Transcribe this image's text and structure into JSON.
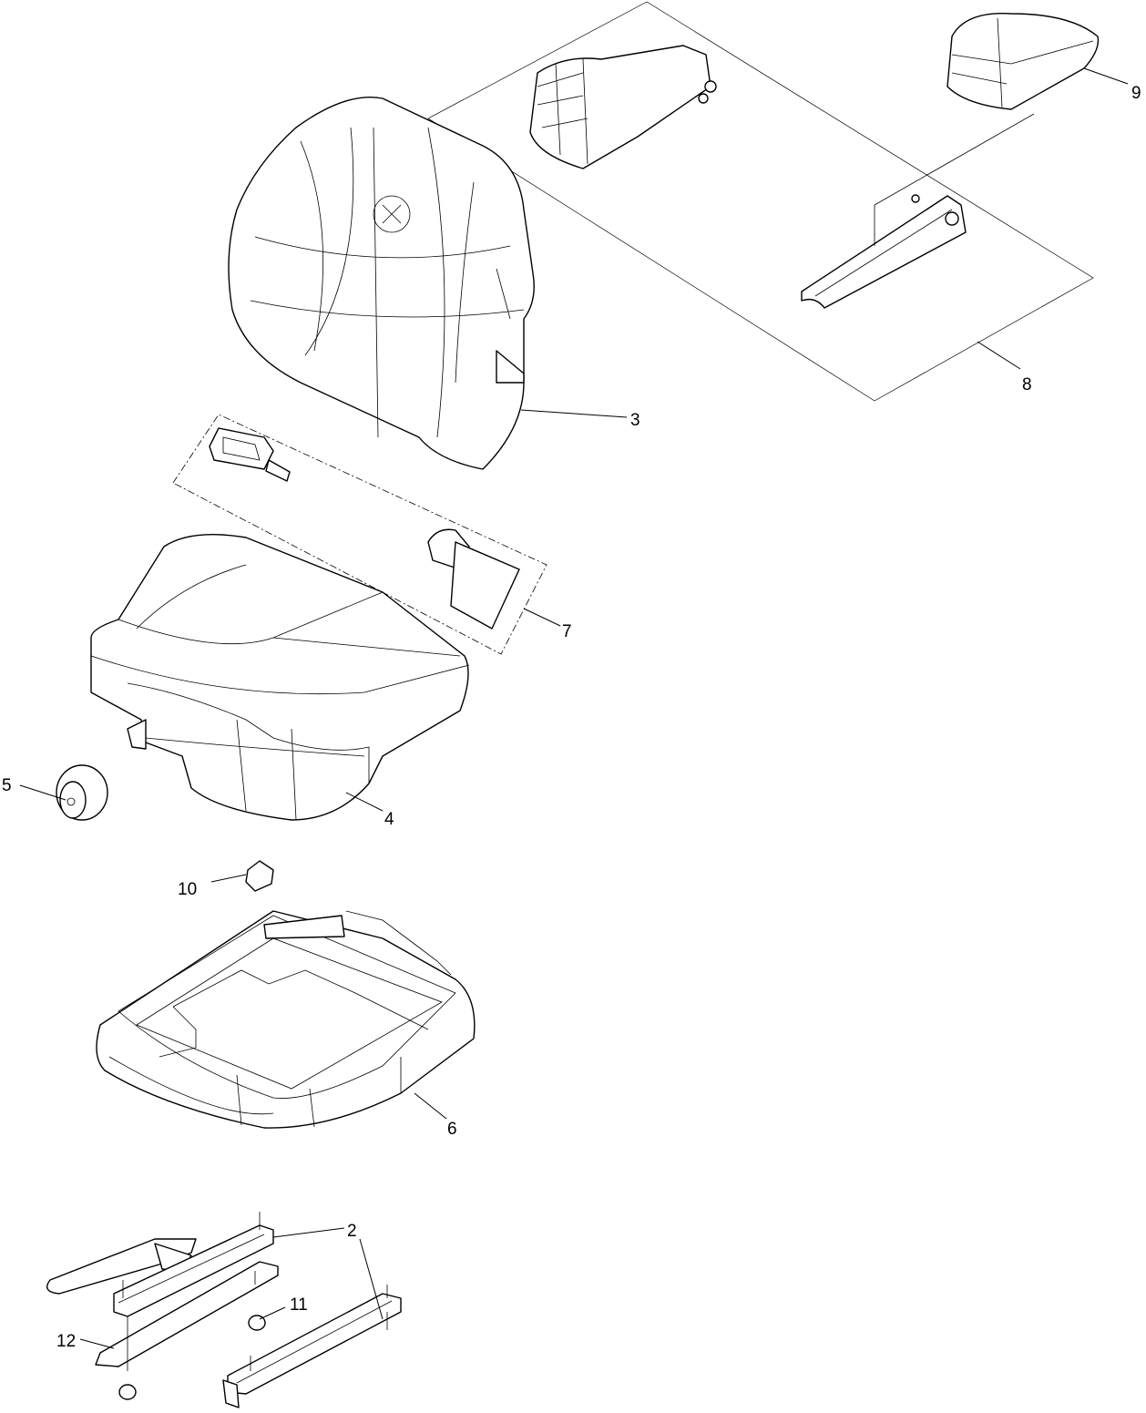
{
  "diagram": {
    "type": "exploded parts diagram",
    "callouts": [
      {
        "id": "2",
        "label": "2"
      },
      {
        "id": "3",
        "label": "3"
      },
      {
        "id": "4",
        "label": "4"
      },
      {
        "id": "5",
        "label": "5"
      },
      {
        "id": "6",
        "label": "6"
      },
      {
        "id": "7",
        "label": "7"
      },
      {
        "id": "8",
        "label": "8"
      },
      {
        "id": "9",
        "label": "9"
      },
      {
        "id": "10",
        "label": "10"
      },
      {
        "id": "11",
        "label": "11"
      },
      {
        "id": "12",
        "label": "12"
      }
    ]
  }
}
